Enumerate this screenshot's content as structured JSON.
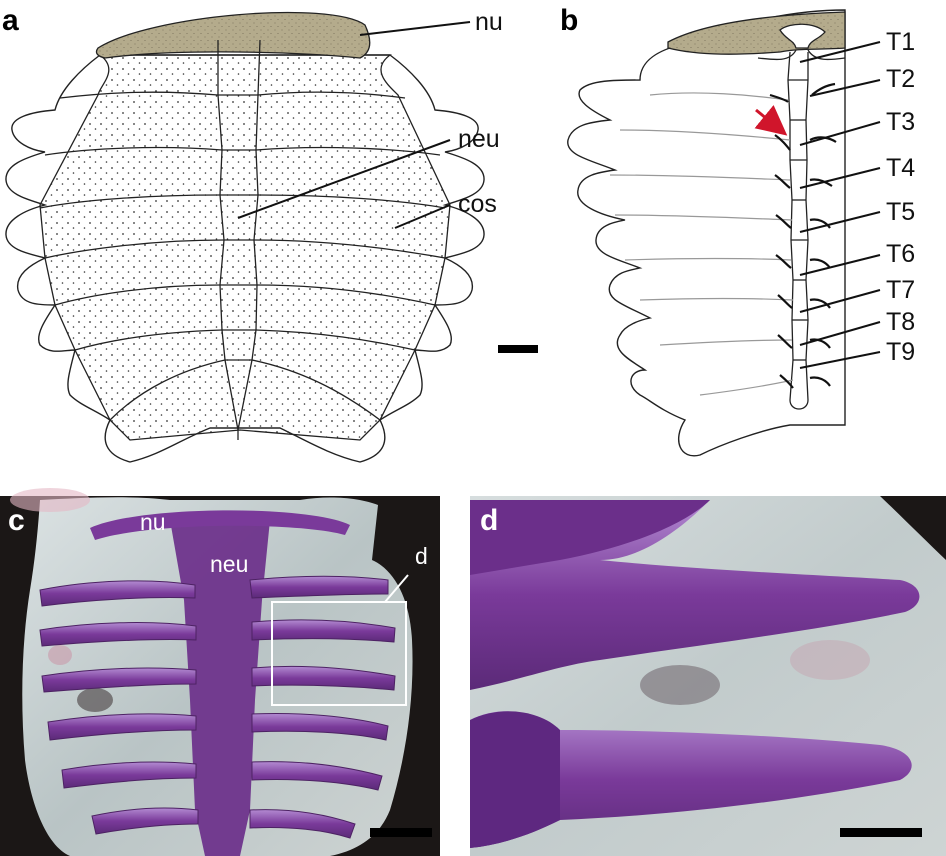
{
  "panels": {
    "a": {
      "letter": "a",
      "labels": [
        "nu",
        "neu",
        "cos"
      ],
      "plate_rows": 8
    },
    "b": {
      "letter": "b",
      "vertebra_labels": [
        "T1",
        "T2",
        "T3",
        "T4",
        "T5",
        "T6",
        "T7",
        "T8",
        "T9"
      ]
    },
    "c": {
      "letter": "c",
      "labels": [
        "nu",
        "neu",
        "d"
      ]
    },
    "d": {
      "letter": "d"
    }
  },
  "colors": {
    "nuchal_fill": "#b4ab8c",
    "arrow": "#d0152b",
    "stain_purple": "#7a3a9a",
    "photo_background": "#1b1716",
    "specimen_tissue": "#c8cfd0"
  }
}
